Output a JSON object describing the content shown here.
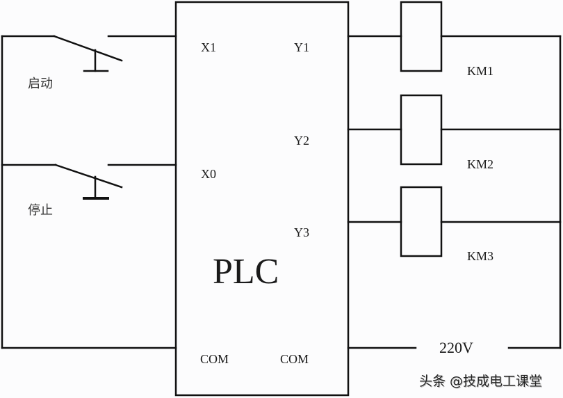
{
  "diagram": {
    "title": "PLC",
    "inputs": [
      {
        "pin": "X1",
        "switch_label": "启动",
        "switch_type": "normally-open pushbutton"
      },
      {
        "pin": "X0",
        "switch_label": "停止",
        "switch_type": "normally-open pushbutton"
      }
    ],
    "outputs": [
      {
        "pin": "Y1",
        "coil": "KM1"
      },
      {
        "pin": "Y2",
        "coil": "KM2"
      },
      {
        "pin": "Y3",
        "coil": "KM3"
      }
    ],
    "common": {
      "left": "COM",
      "right": "COM"
    },
    "supply": "220V"
  },
  "watermark": "头条 @技成电工课堂",
  "colors": {
    "line": "#111111",
    "background": "#fcfcfd"
  }
}
